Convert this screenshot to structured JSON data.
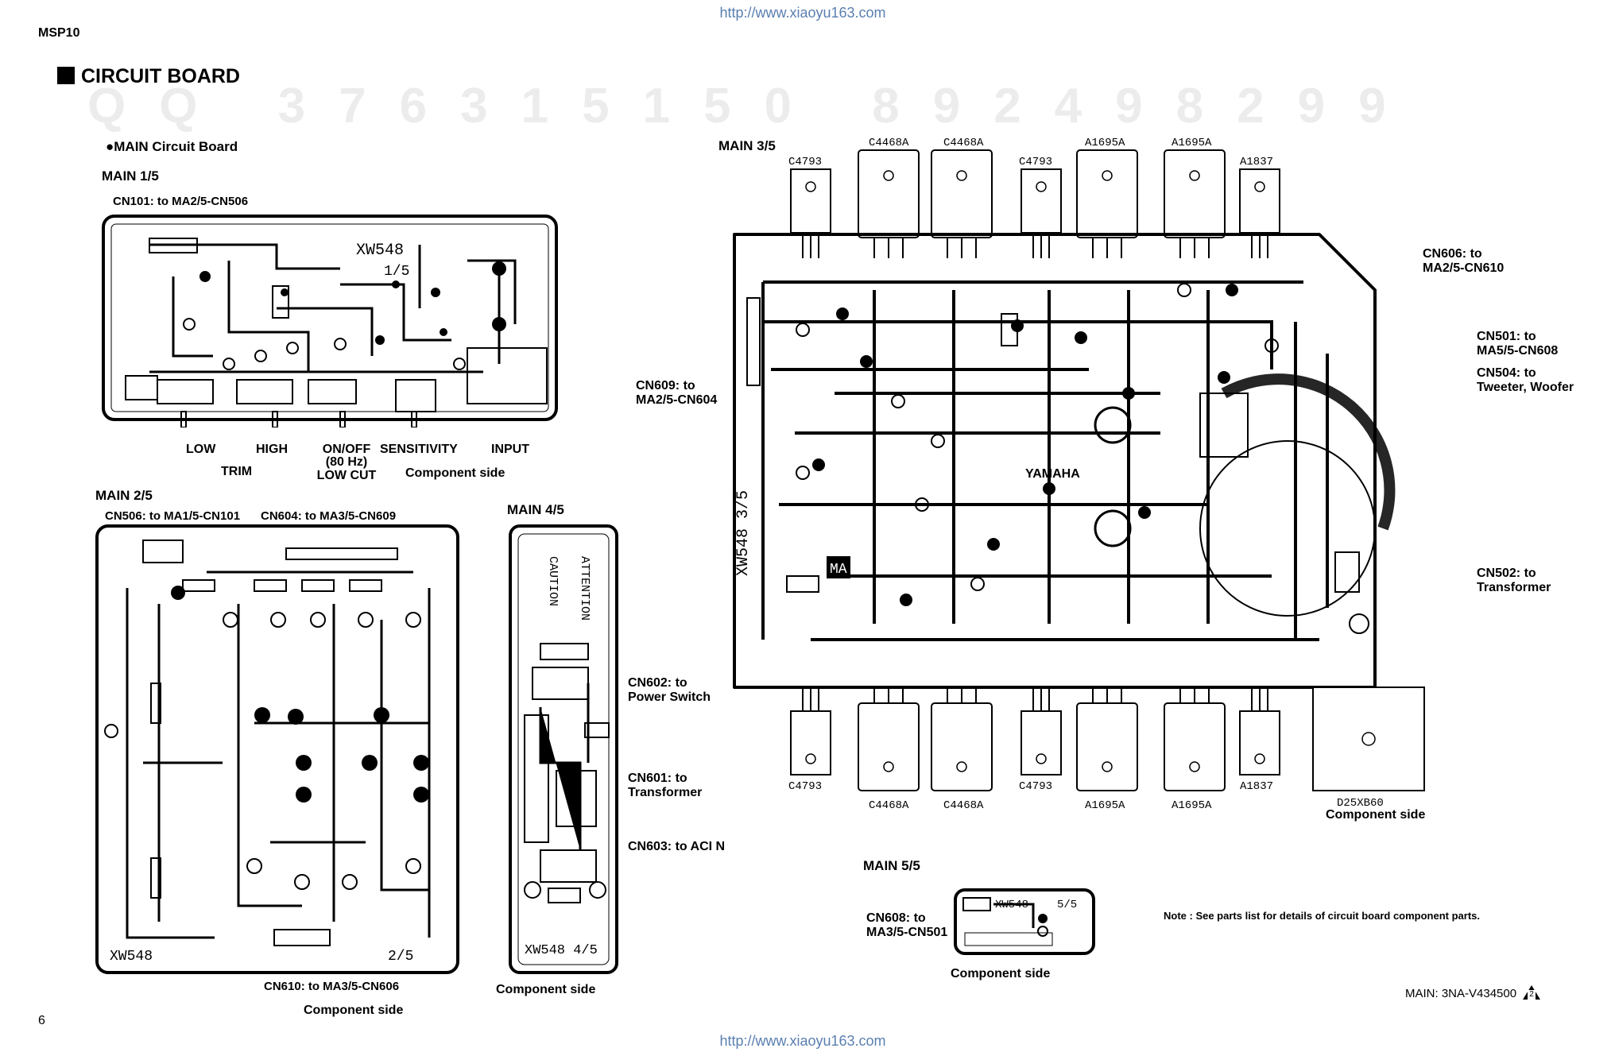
{
  "header": {
    "url_top": "http://www.xiaoyu163.com",
    "url_bottom": "http://www.xiaoyu163.com",
    "model": "MSP10",
    "section_title": "CIRCUIT BOARD",
    "watermark_qq": "QQ 376315150   892498299",
    "page_number": "6"
  },
  "board": {
    "heading": "●MAIN Circuit Board",
    "note": "Note : See parts list for details of circuit board component parts.",
    "part_no": "MAIN: 3NA-V434500",
    "part_rev": "2"
  },
  "main1": {
    "title": "MAIN 1/5",
    "cn101": "CN101: to MA2/5-CN506",
    "board_label": "XW548",
    "board_sub": "1/5",
    "controls": {
      "low": "LOW",
      "high": "HIGH",
      "trim": "TRIM",
      "onoff": "ON/OFF",
      "onoff_hz": "(80 Hz)",
      "lowcut": "LOW CUT",
      "sensitivity": "SENSITIVITY",
      "input": "INPUT"
    },
    "side": "Component side"
  },
  "main2": {
    "title": "MAIN 2/5",
    "cn506": "CN506: to MA1/5-CN101",
    "cn604": "CN604: to MA3/5-CN609",
    "cn610": "CN610: to MA3/5-CN606",
    "board_label": "XW548",
    "board_sub": "2/5",
    "side": "Component side"
  },
  "main3": {
    "title": "MAIN 3/5",
    "board_label": "XW548 3/5",
    "brand": "YAMAHA",
    "top_parts": [
      "C4793",
      "C4468A",
      "C4468A",
      "C4793",
      "A1695A",
      "A1695A",
      "A1837"
    ],
    "bottom_parts": [
      "C4793",
      "C4468A",
      "C4468A",
      "C4793",
      "A1695A",
      "A1695A",
      "A1837",
      "D25XB60"
    ],
    "cn606": "CN606: to",
    "cn606_b": "MA2/5-CN610",
    "cn609": "CN609: to",
    "cn609_b": "MA2/5-CN604",
    "cn501": "CN501: to",
    "cn501_b": "MA5/5-CN608",
    "cn504": "CN504: to",
    "cn504_b": "Tweeter, Woofer",
    "cn502": "CN502: to",
    "cn502_b": "Transformer",
    "side": "Component side"
  },
  "main4": {
    "title": "MAIN 4/5",
    "board_label": "XW548 4/5",
    "caution": "CAUTION",
    "attention": "ATTENTION",
    "cn602": "CN602: to",
    "cn602_b": "Power Switch",
    "cn601": "CN601: to",
    "cn601_b": "Transformer",
    "cn603": "CN603: to ACI N",
    "side": "Component side"
  },
  "main5": {
    "title": "MAIN 5/5",
    "cn608": "CN608: to",
    "cn608_b": "MA3/5-CN501",
    "board_label": "XW548",
    "board_sub": "5/5",
    "side": "Component side"
  }
}
